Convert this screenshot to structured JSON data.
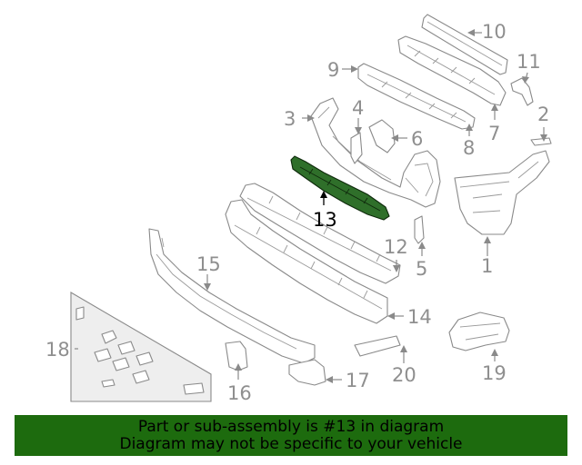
{
  "callouts": {
    "c1": "1",
    "c2": "2",
    "c3": "3",
    "c4": "4",
    "c5": "5",
    "c6": "6",
    "c7": "7",
    "c8": "8",
    "c9": "9",
    "c10": "10",
    "c11": "11",
    "c12": "12",
    "c13": "13",
    "c14": "14",
    "c15": "15",
    "c16": "16",
    "c17": "17",
    "c18": "18",
    "c19": "19",
    "c20": "20"
  },
  "highlighted_part": "13",
  "colors": {
    "highlight_part": "#2f6f2a",
    "banner_background": "#1d6b0e",
    "callout_text": "#8f8f8f",
    "highlight_text": "#000000"
  },
  "banner": {
    "line1": "Part or sub-assembly is #13 in diagram",
    "line2": "Diagram may not be specific to your vehicle"
  }
}
